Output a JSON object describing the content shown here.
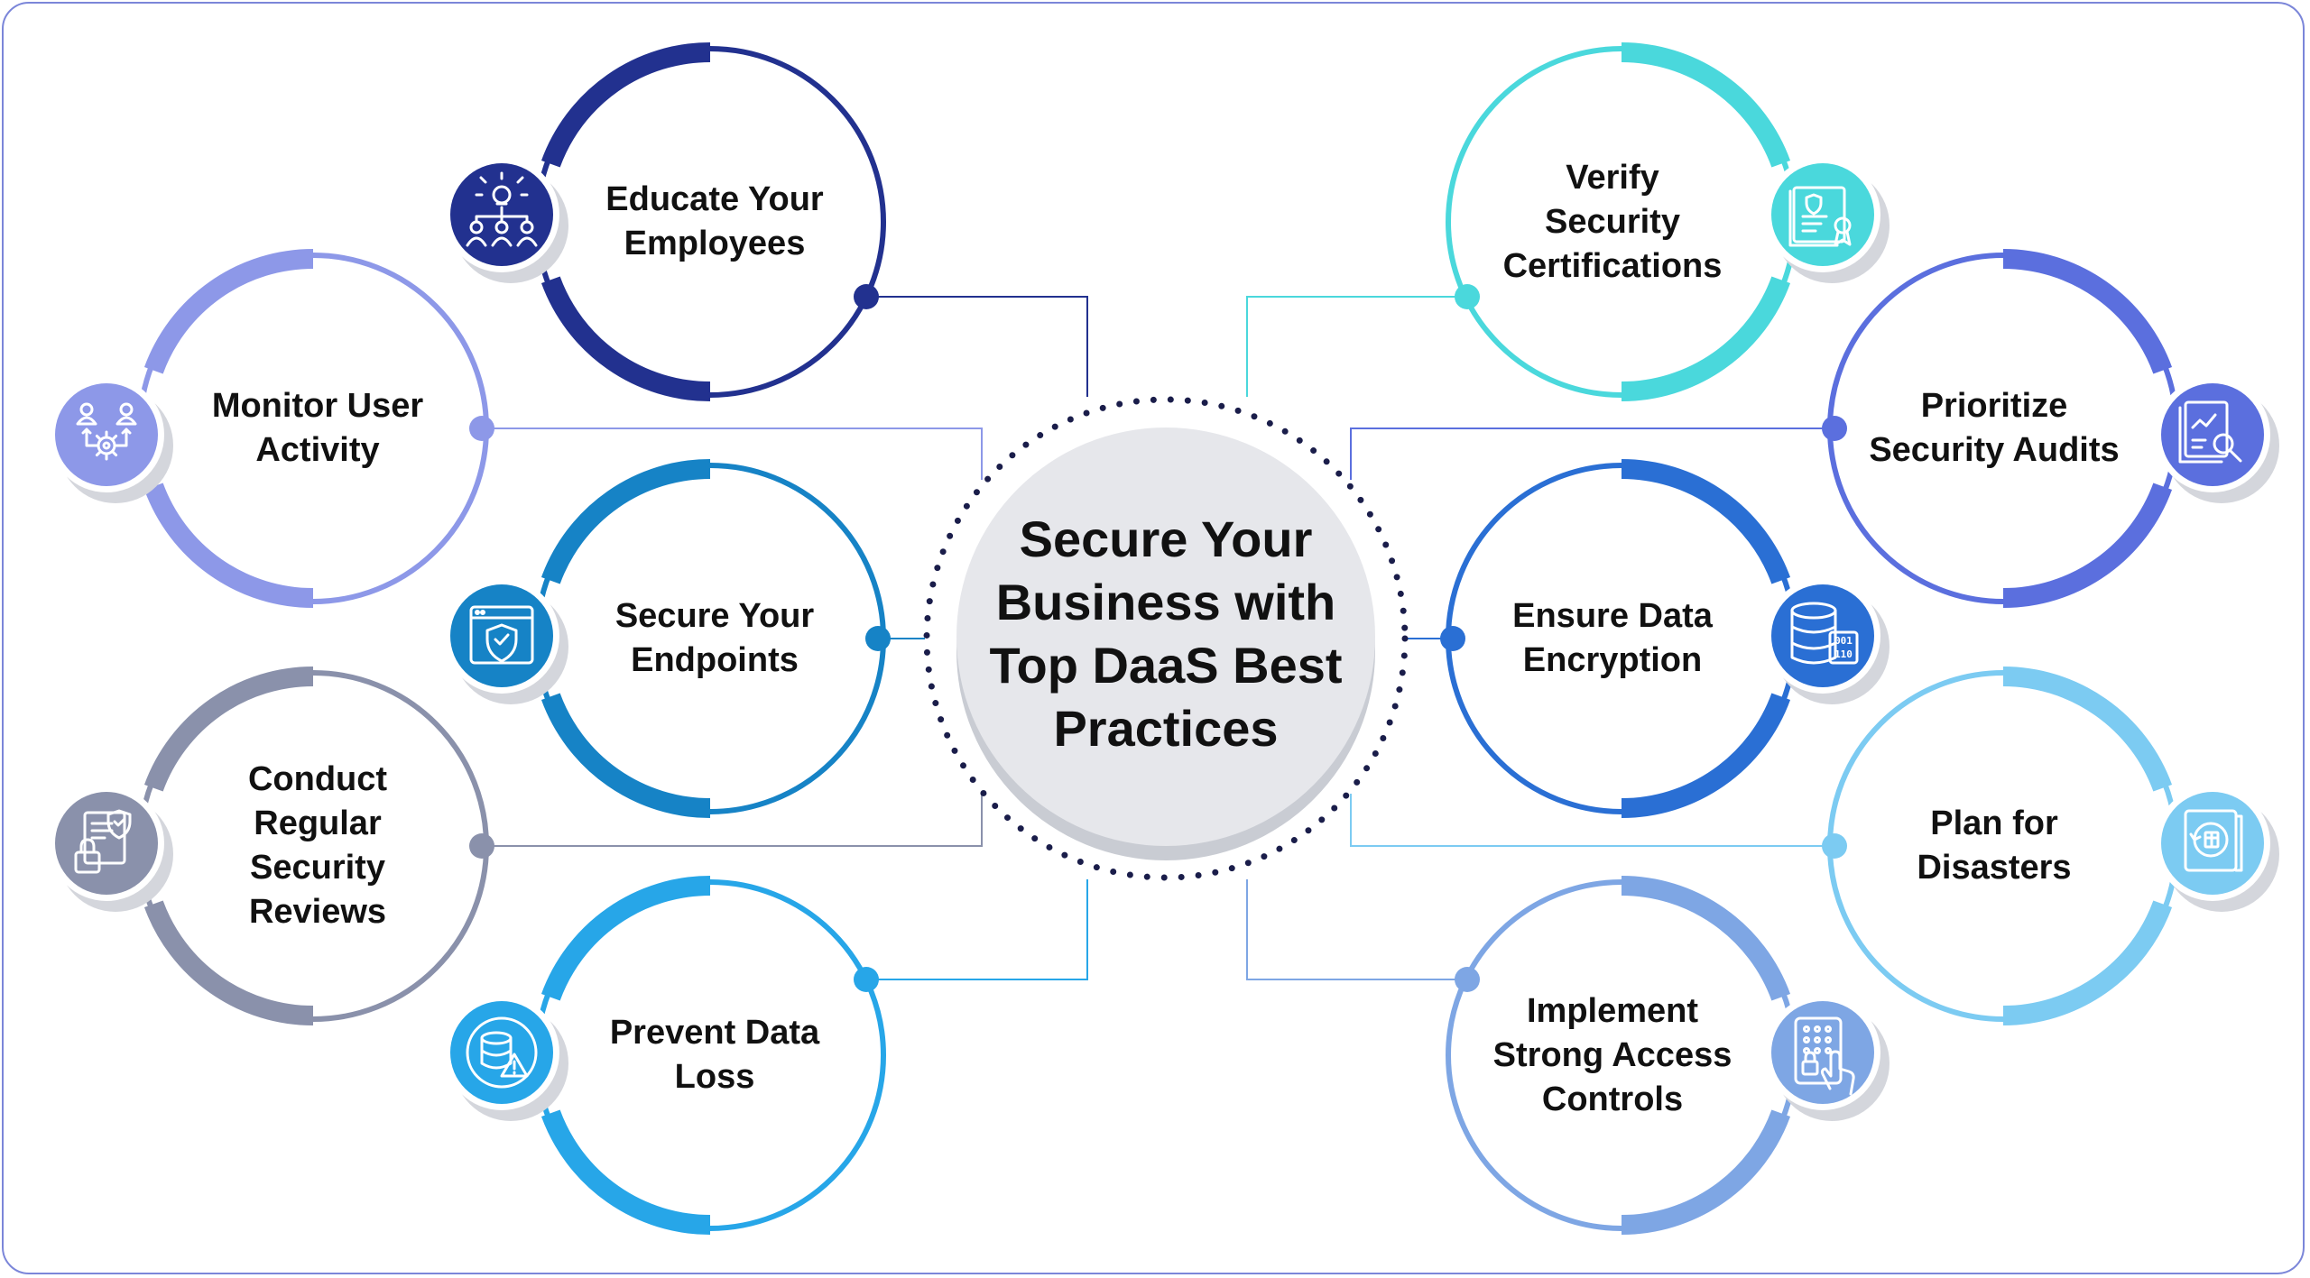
{
  "center": {
    "title": "Secure Your\nBusiness with\nTop DaaS Best\nPractices"
  },
  "left_items": [
    {
      "label": "Educate Your\nEmployees",
      "icon": "team-idea-icon",
      "color": "#22318f"
    },
    {
      "label": "Monitor User\nActivity",
      "icon": "users-gear-icon",
      "color": "#8d98e8"
    },
    {
      "label": "Secure Your\nEndpoints",
      "icon": "browser-shield-icon",
      "color": "#1683c6"
    },
    {
      "label": "Conduct\nRegular\nSecurity\nReviews",
      "icon": "document-lock-icon",
      "color": "#8a91ab"
    },
    {
      "label": "Prevent Data\nLoss",
      "icon": "database-warning-icon",
      "color": "#27a6e8"
    }
  ],
  "right_items": [
    {
      "label": "Verify\nSecurity\nCertifications",
      "icon": "certificate-icon",
      "color": "#4ad8dc"
    },
    {
      "label": "Prioritize\nSecurity Audits",
      "icon": "audit-report-icon",
      "color": "#5b6fde"
    },
    {
      "label": "Ensure Data\nEncryption",
      "icon": "database-binary-icon",
      "color": "#2a6fd4"
    },
    {
      "label": "Plan for\nDisasters",
      "icon": "disaster-plan-icon",
      "color": "#7ccbf2"
    },
    {
      "label": "Implement\nStrong Access\nControls",
      "icon": "keypad-access-icon",
      "color": "#7ea6e4"
    }
  ]
}
